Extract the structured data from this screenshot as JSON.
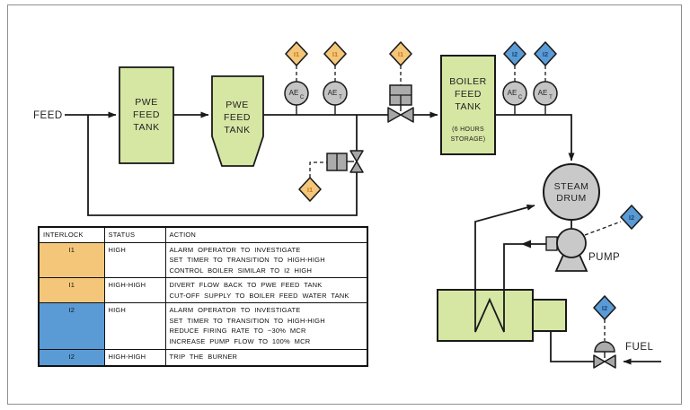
{
  "tags": {
    "i1": "I1",
    "i2": "I2"
  },
  "labels": {
    "feed": "FEED",
    "fuel": "FUEL",
    "pump": "PUMP",
    "steam_drum": [
      "STEAM",
      "DRUM"
    ]
  },
  "tanks": {
    "pwe1": {
      "lines": [
        "PWE",
        "FEED",
        "TANK"
      ]
    },
    "pwe2": {
      "lines": [
        "PWE",
        "FEED",
        "TANK"
      ]
    },
    "boiler": {
      "lines": [
        "BOILER",
        "FEED",
        "TANK"
      ],
      "note": [
        "(6 HOURS",
        "STORAGE)"
      ]
    }
  },
  "instruments": [
    {
      "tag": "AE",
      "sub": "C",
      "interlock": "I1"
    },
    {
      "tag": "AE",
      "sub": "T",
      "interlock": "I1"
    },
    {
      "tag": "AE",
      "sub": "C",
      "interlock": "I2"
    },
    {
      "tag": "AE",
      "sub": "T",
      "interlock": "I2"
    }
  ],
  "colors": {
    "green": "#d6e6a3",
    "orange": "#f4c67a",
    "blue": "#5b9bd5",
    "gray": "#c9c9c9",
    "orange-text": "#c8791b",
    "blue-text": "#15497e"
  },
  "table": {
    "headers": [
      "INTERLOCK",
      "STATUS",
      "ACTION"
    ],
    "rows": [
      {
        "interlock": "I1",
        "status": "HIGH",
        "color": "orange",
        "action": [
          "ALARM OPERATOR TO INVESTIGATE",
          "SET TIMER TO TRANSITION TO HIGH-HIGH",
          "CONTROL BOILER SIMILAR TO I2 HIGH"
        ]
      },
      {
        "interlock": "I1",
        "status": "HIGH-HIGH",
        "color": "orange",
        "action": [
          "DIVERT FLOW BACK TO PWE FEED TANK",
          "CUT-OFF SUPPLY TO BOILER FEED WATER TANK"
        ]
      },
      {
        "interlock": "I2",
        "status": "HIGH",
        "color": "blue",
        "action": [
          "ALARM OPERATOR TO INVESTIGATE",
          "SET TIMER TO TRANSITION TO HIGH-HIGH",
          "REDUCE FIRING RATE TO ~30% MCR",
          "INCREASE PUMP FLOW TO 100% MCR"
        ]
      },
      {
        "interlock": "I2",
        "status": "HIGH-HIGH",
        "color": "blue",
        "action": [
          "TRIP THE BURNER"
        ]
      }
    ]
  }
}
